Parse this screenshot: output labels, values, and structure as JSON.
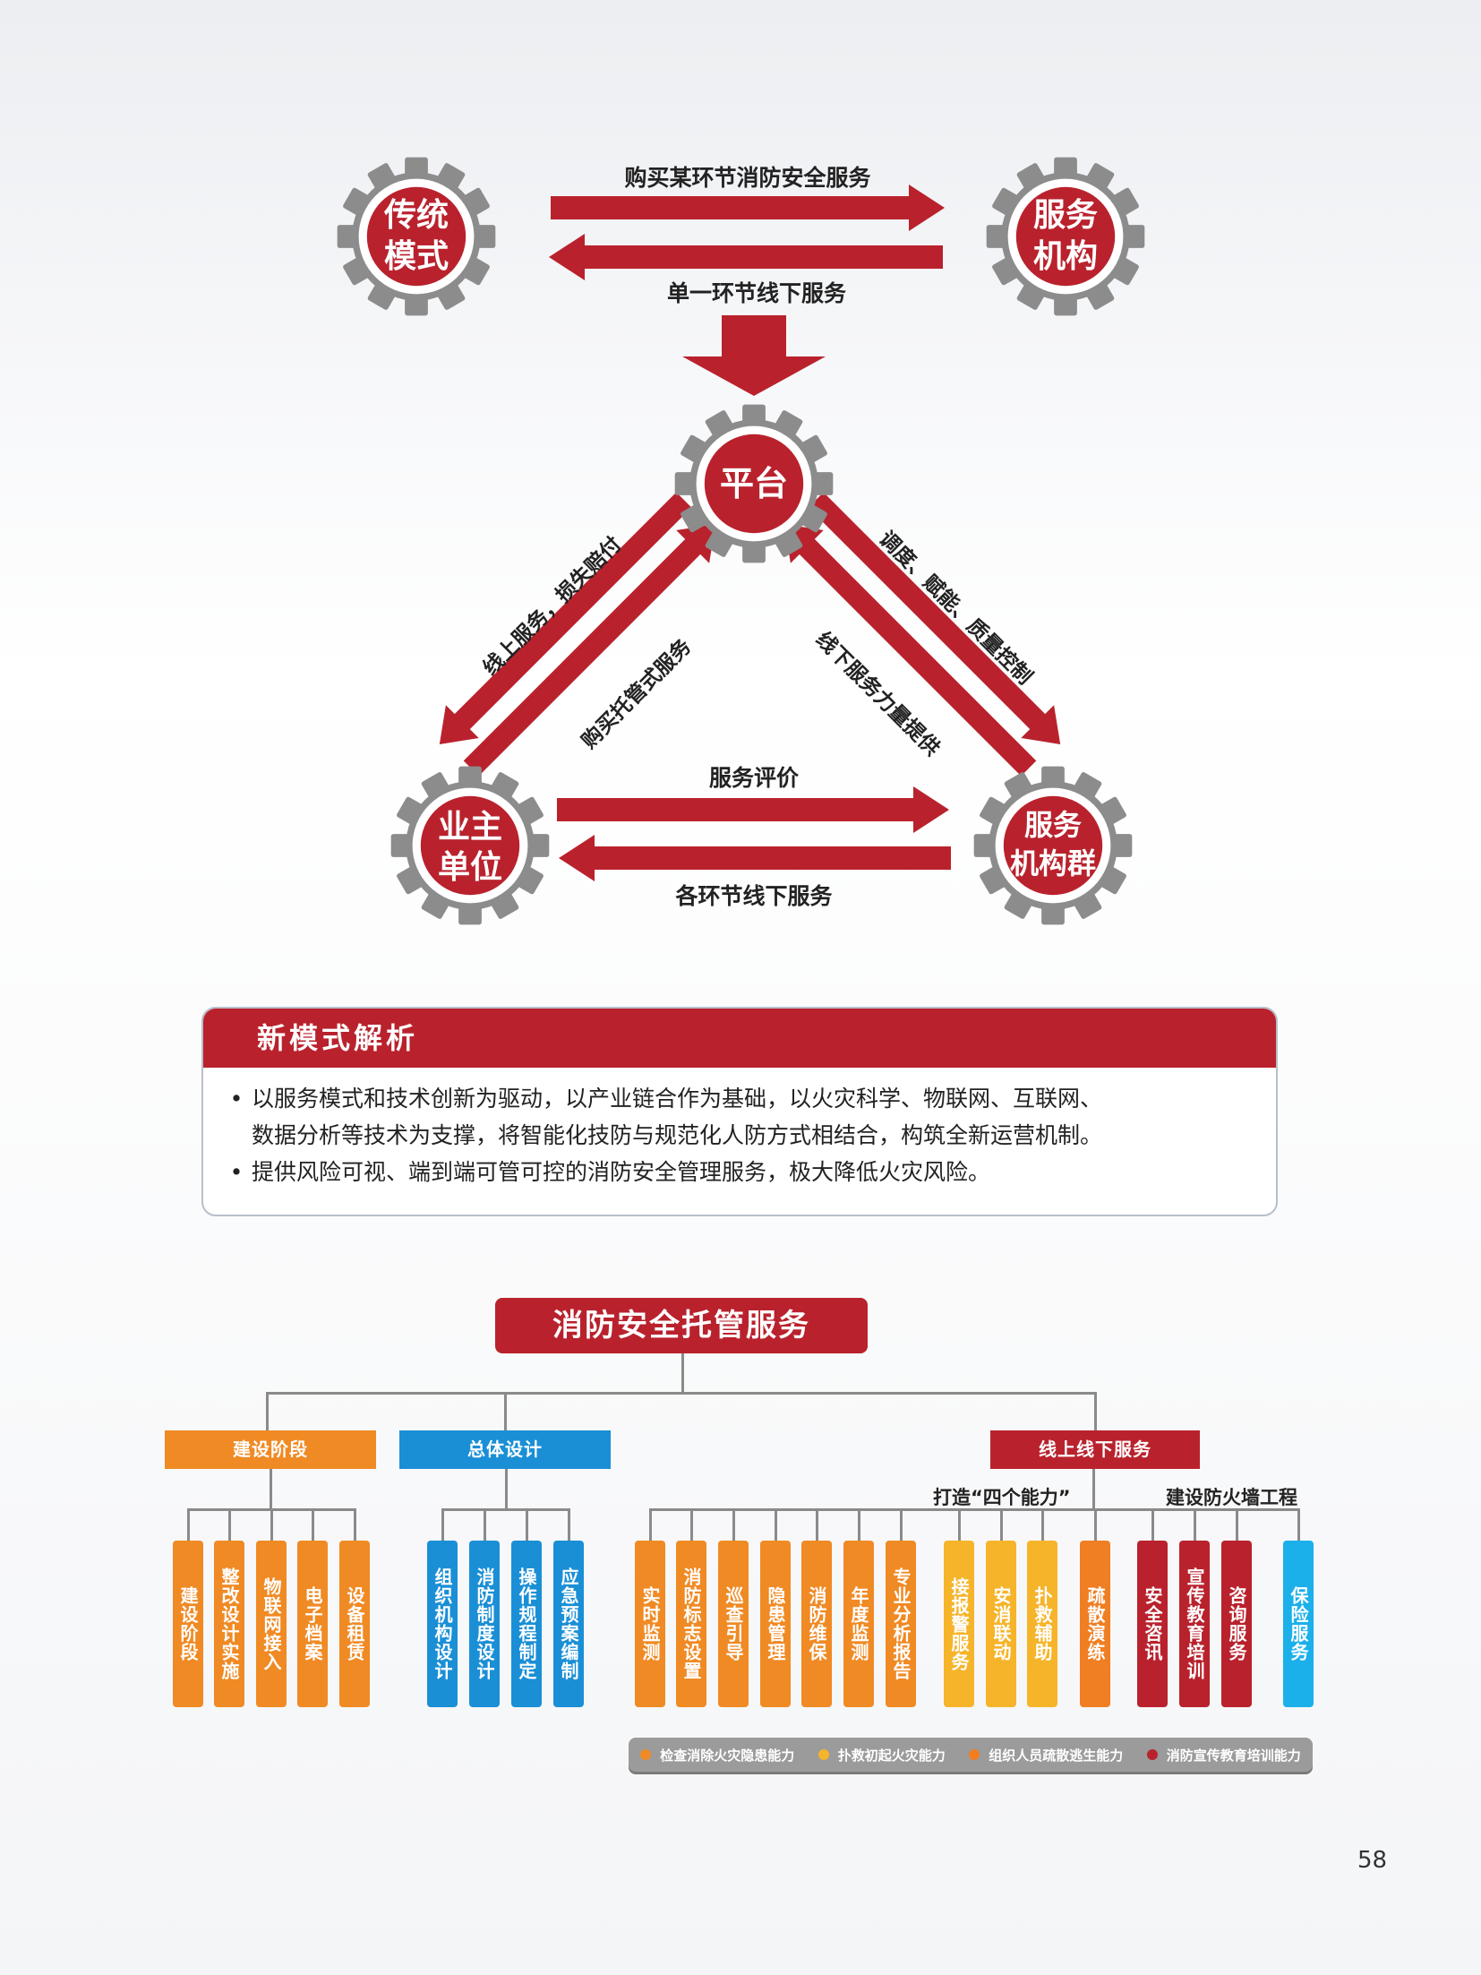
{
  "diagram": {
    "gears": {
      "traditional": [
        "传统",
        "模式"
      ],
      "service_org": [
        "服务",
        "机构"
      ],
      "platform": [
        "平台"
      ],
      "owner": [
        "业主",
        "单位"
      ],
      "service_group": [
        "服务",
        "机构群"
      ]
    },
    "labels": {
      "buy_segment": "购买某环节消防安全服务",
      "single_offline": "单一环节线下服务",
      "online_claims": "线上服务，损失赔付",
      "buy_custody": "购买托管式服务",
      "dispatch": "调度、赋能、质量控制",
      "offline_supply": "线下服务力量提供",
      "evaluation": "服务评价",
      "all_offline": "各环节线下服务"
    }
  },
  "analysis": {
    "title": "新模式解析",
    "bullet_symbol": "•",
    "bullet1_line1": "以服务模式和技术创新为驱动，以产业链合作为基础，以火灾科学、物联网、互联网、",
    "bullet1_line2": "数据分析等技术为支撑，将智能化技防与规范化人防方式相结合，构筑全新运营机制。",
    "bullet2": "提供风险可视、端到端可管可控的消防安全管理服务，极大降低火灾风险。"
  },
  "tree": {
    "title": "消防安全托管服务",
    "categories": {
      "construction": "建设阶段",
      "overall": "总体设计",
      "online_offline": "线上线下服务"
    },
    "sub_four": "打造“四个能力”",
    "sub_wall": "建设防火墙工程",
    "construction_items": [
      "建设阶段",
      "整改设计实施",
      "物联网接入",
      "电子档案",
      "设备租赁"
    ],
    "overall_items": [
      "组织机构设计",
      "消防制度设计",
      "操作规程制定",
      "应急预案编制"
    ],
    "four_orange": [
      "实时监测",
      "消防标志设置",
      "巡查引导",
      "隐患管理",
      "消防维保",
      "年度监测",
      "专业分析报告"
    ],
    "four_yellow": [
      "接报警服务",
      "安消联动",
      "扑救辅助"
    ],
    "four_orange2": [
      "疏散演练"
    ],
    "four_red": [
      "安全咨讯",
      "宣传教育培训",
      "咨询服务"
    ],
    "insurance": [
      "保险服务"
    ]
  },
  "legend": [
    {
      "label": "检查消除火灾隐患能力",
      "color": "#f08a24"
    },
    {
      "label": "扑救初起火灾能力",
      "color": "#f6b42a"
    },
    {
      "label": "组织人员疏散逃生能力",
      "color": "#f07e22"
    },
    {
      "label": "消防宣传教育培训能力",
      "color": "#b9222d"
    }
  ],
  "page_number": "58",
  "colors": {
    "red": "#b9222d",
    "gear_gray": "#8c8c8c",
    "orange": "#f08a24",
    "blue": "#1a8fd6",
    "yellow": "#f6b42a",
    "cyan": "#1cb0ea"
  }
}
